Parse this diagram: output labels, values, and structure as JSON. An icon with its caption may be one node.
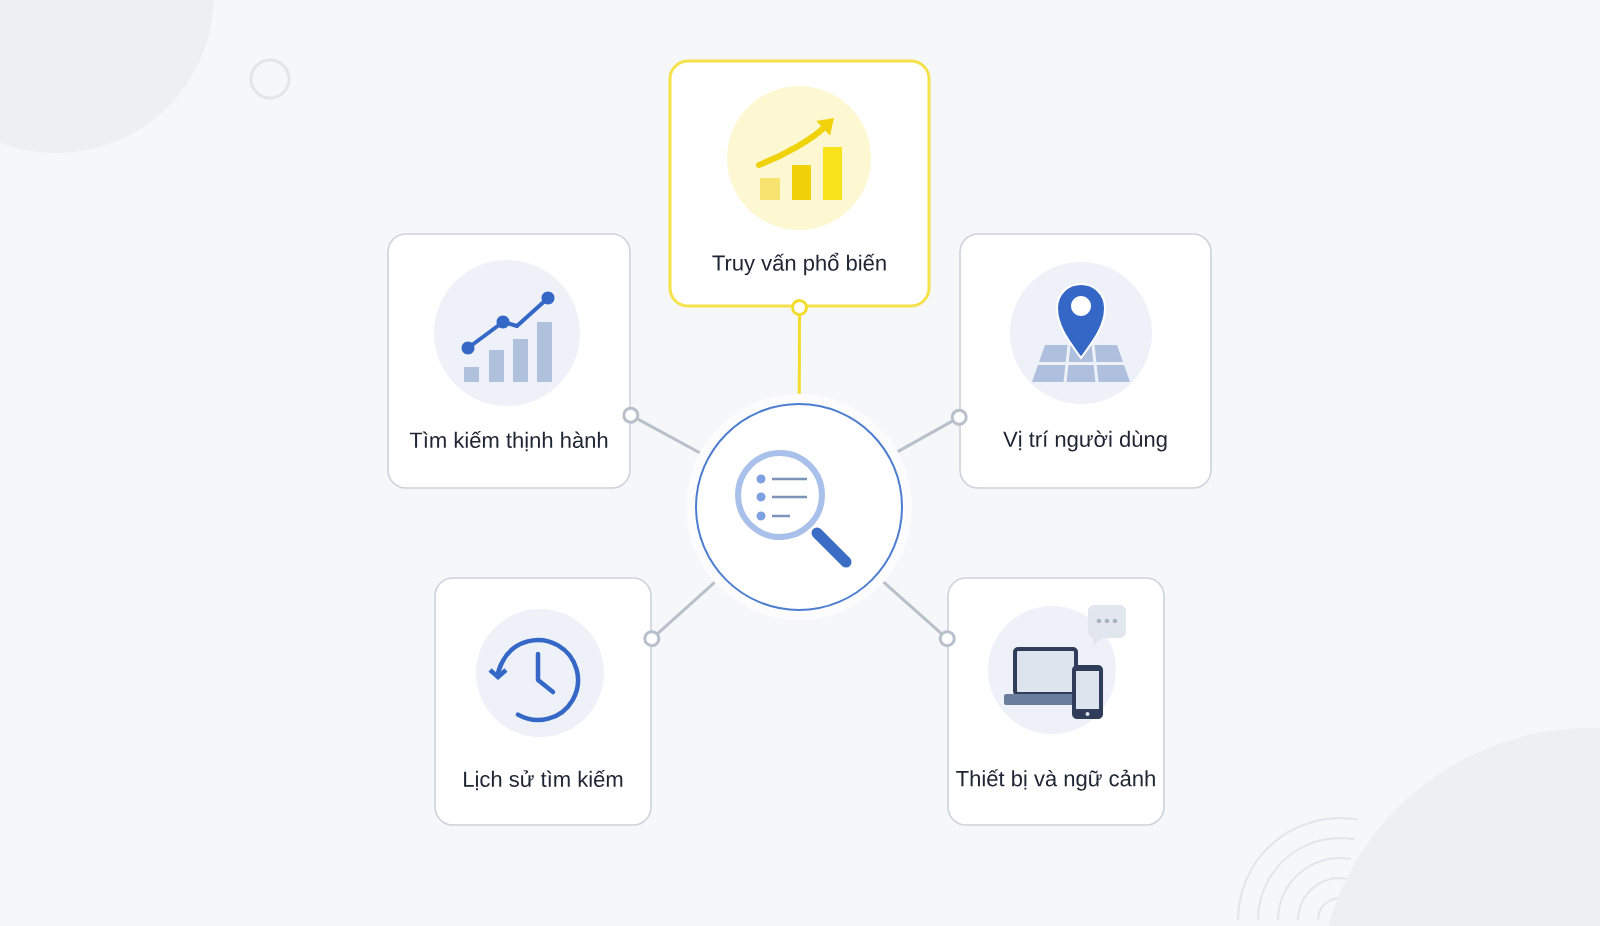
{
  "diagram": {
    "nodes": [
      {
        "text": [
          "Truy vấn phổ biến"
        ]
      },
      {
        "text": [
          "Tìm kiếm thịnh hành"
        ]
      },
      {
        "text": [
          "Vị trí người dùng"
        ]
      },
      {
        "text": [],
        "shape": "circle"
      },
      {
        "text": [
          "Lịch sử tìm kiếm"
        ]
      },
      {
        "text": [
          "Thiết bị và ngữ cảnh"
        ]
      }
    ],
    "edges": [
      {
        "from": 3,
        "to": 0,
        "arrow": "other",
        "color": "#f2dc2c"
      },
      {
        "from": 3,
        "to": 1,
        "arrow": "other"
      },
      {
        "from": 3,
        "to": 2,
        "arrow": "other"
      },
      {
        "from": 3,
        "to": 4,
        "arrow": "other"
      },
      {
        "from": 3,
        "to": 5,
        "arrow": "other"
      }
    ]
  }
}
